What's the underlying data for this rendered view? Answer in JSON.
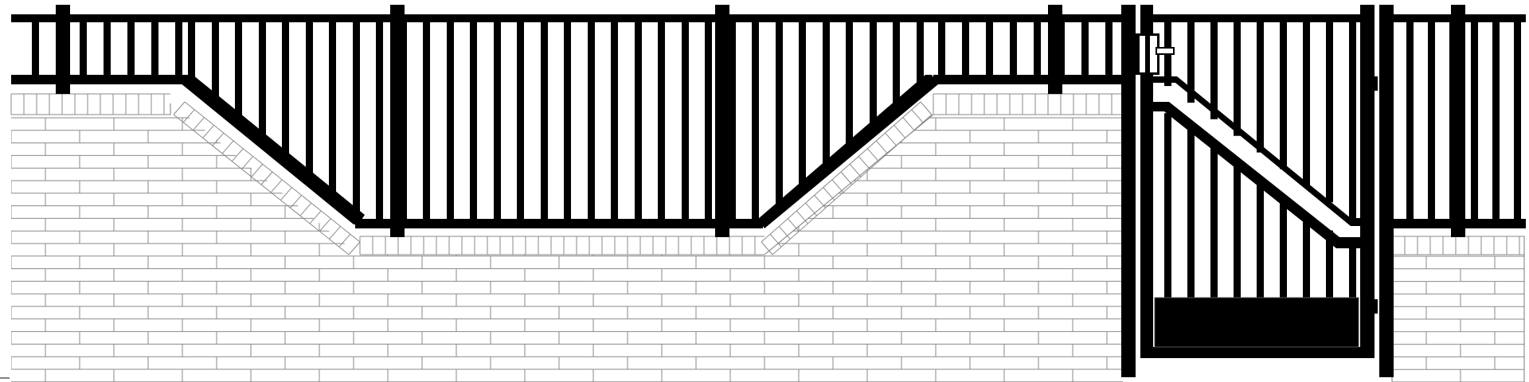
{
  "drawing": {
    "subject": "",
    "colors": {
      "ironwork": "#000000",
      "wall_fill": "#ffffff",
      "mortar_lines": "#8a8a8a",
      "background": "#ffffff"
    },
    "components": [
      "left-wall-section",
      "stepped-wall-section",
      "left-fence-panel",
      "center-fence-panel",
      "right-fence-panel",
      "gate-pillar",
      "gate",
      "gate-latch",
      "gate-kick-plate",
      "right-wall-section"
    ]
  }
}
